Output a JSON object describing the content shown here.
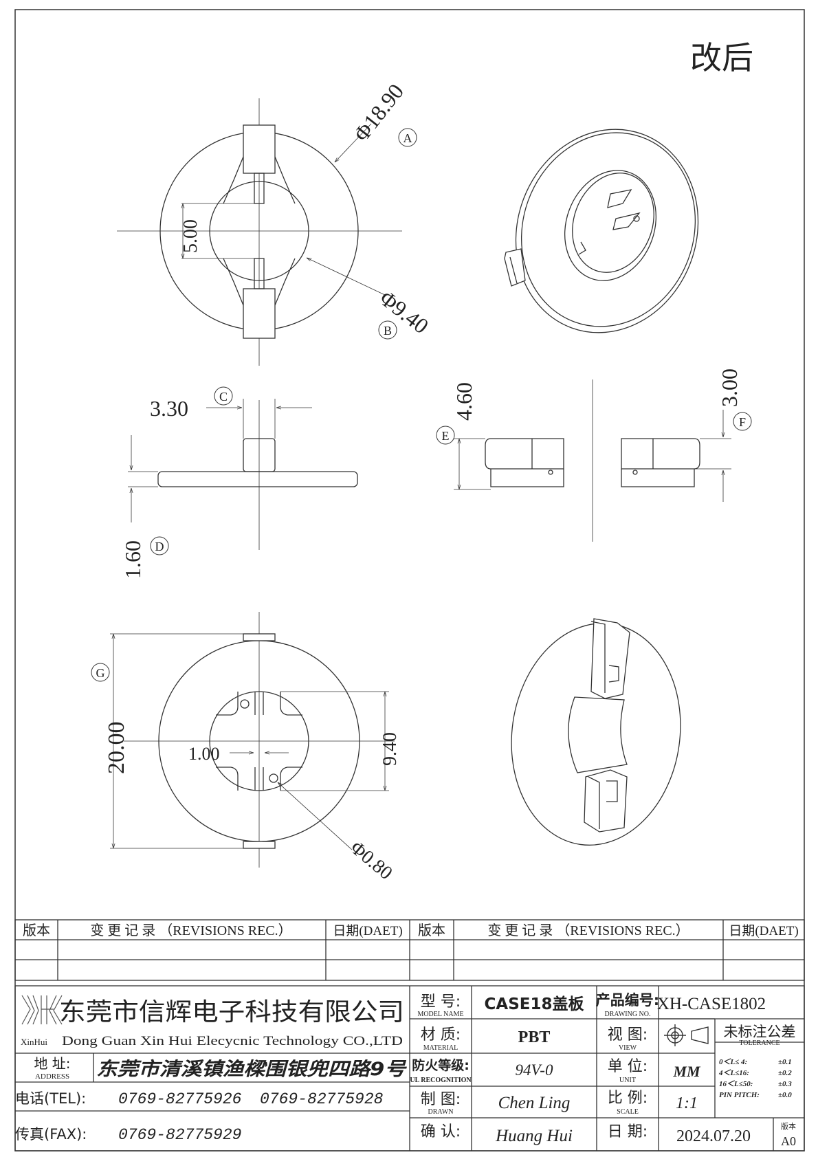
{
  "header": {
    "status": "改后"
  },
  "dimensions": {
    "outer_dia": "Φ18.90",
    "outer_dia_tag": "A",
    "inner_dia": "Φ9.40",
    "inner_dia_tag": "B",
    "slot_gap": "5.00",
    "post_width": "3.30",
    "post_width_tag": "C",
    "plate_thickness": "1.60",
    "plate_thickness_tag": "D",
    "total_height": "4.60",
    "total_height_tag": "E",
    "post_height": "3.00",
    "post_height_tag": "F",
    "overall_length": "20.00",
    "overall_length_tag": "G",
    "bottom_slot": "1.00",
    "bottom_hole_span": "9.40",
    "pin_hole": "Φ0.80"
  },
  "revisions": {
    "col_version": "版本",
    "col_desc": "变 更 记 录  （REVISIONS REC.）",
    "col_date": "日期(DAET)"
  },
  "title_block": {
    "company_cn": "东莞市信辉电子科技有限公司",
    "company_en": "Dong Guan Xin Hui Elecycnic Technology CO.,LTD",
    "logo_caption": "XinHui",
    "address_label": "地  址:",
    "address_label_en": "ADDRESS",
    "address": "东莞市清溪镇渔樑围银兜四路9号",
    "tel_label": "电话(TEL):",
    "tel1": "0769-82775926",
    "tel2": "0769-82775928",
    "fax_label": "传真(FAX):",
    "fax": "0769-82775929",
    "model_label": "型  号:",
    "model_label_en": "MODEL NAME",
    "model": "CASE18盖板",
    "material_label": "材  质:",
    "material_label_en": "MATERIAL",
    "material": "PBT",
    "ul_label": "防火等级:",
    "ul_label_en": "UL RECOGNITION",
    "ul": "94V-0",
    "drawn_label": "制  图:",
    "drawn_label_en": "DRAWN",
    "drawn": "Chen Ling",
    "check_label": "确  认:",
    "check": "Huang Hui",
    "drawing_no_label": "产品编号:",
    "drawing_no_label_en": "DRAWING NO.",
    "drawing_no": "XH-CASE1802",
    "view_label": "视  图:",
    "view_label_en": "VIEW",
    "unit_label": "单  位:",
    "unit_label_en": "UNIT",
    "unit": "MM",
    "scale_label": "比  例:",
    "scale_label_en": "SCALE",
    "scale": "1:1",
    "date_label": "日  期:",
    "date": "2024.07.20",
    "tolerance_title": "未标注公差",
    "tolerance_title_en": "TOLERANCE",
    "tolerances": [
      {
        "range": "0＜L≤ 4:",
        "value": "±0.1"
      },
      {
        "range": "4＜L≤16:",
        "value": "±0.2"
      },
      {
        "range": "16＜L≤50:",
        "value": "±0.3"
      },
      {
        "range": "PIN PITCH:",
        "value": "±0.0"
      }
    ],
    "version_label": "版本",
    "version": "A0"
  }
}
